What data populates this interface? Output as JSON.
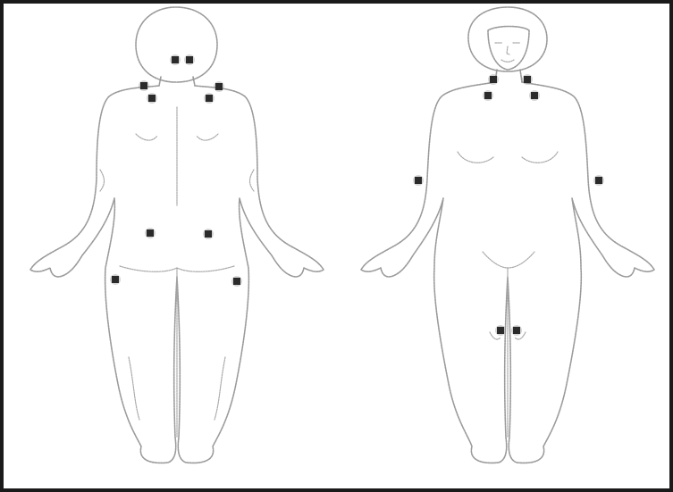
{
  "diagram": {
    "kind": "body-map",
    "views": [
      {
        "id": "back",
        "tender_points": [
          "occiput-left",
          "occiput-right",
          "trapezius-left",
          "trapezius-right",
          "supraspinatus-left",
          "supraspinatus-right",
          "gluteal-left",
          "gluteal-right",
          "greater-trochanter-left",
          "greater-trochanter-right"
        ]
      },
      {
        "id": "front",
        "tender_points": [
          "low-cervical-left",
          "low-cervical-right",
          "second-rib-left",
          "second-rib-right",
          "lateral-epicondyle-left",
          "lateral-epicondyle-right",
          "knee-left",
          "knee-right"
        ]
      }
    ],
    "colors": {
      "outline": "#9a9a9a",
      "tender_point": "#2b2b2b",
      "frame": "#1a1a1a",
      "background": "#ffffff"
    }
  }
}
